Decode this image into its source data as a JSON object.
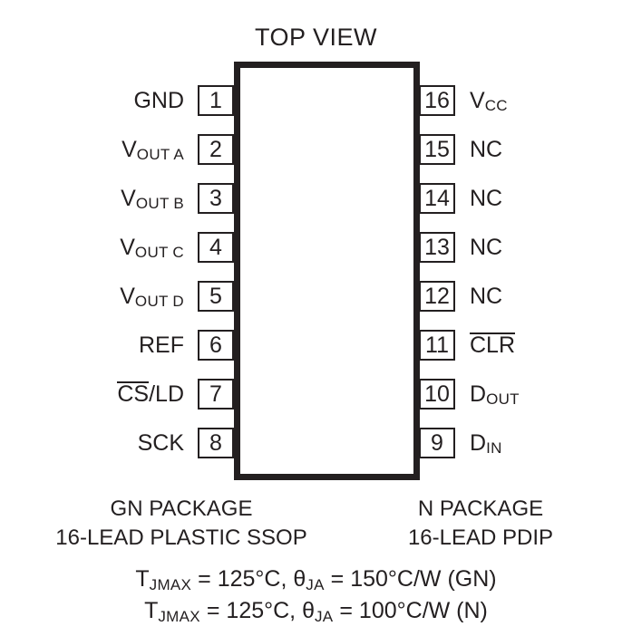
{
  "diagram": {
    "title": "TOP VIEW",
    "part_view": "16-lead dual-inline pinout"
  },
  "pins": {
    "left": [
      {
        "number": "1",
        "label": "GND",
        "base": "GND",
        "sub": "",
        "overline": ""
      },
      {
        "number": "2",
        "label": "VOUT A",
        "base": "V",
        "sub": "OUT A",
        "overline": ""
      },
      {
        "number": "3",
        "label": "VOUT B",
        "base": "V",
        "sub": "OUT B",
        "overline": ""
      },
      {
        "number": "4",
        "label": "VOUT C",
        "base": "V",
        "sub": "OUT C",
        "overline": ""
      },
      {
        "number": "5",
        "label": "VOUT D",
        "base": "V",
        "sub": "OUT D",
        "overline": ""
      },
      {
        "number": "6",
        "label": "REF",
        "base": "REF",
        "sub": "",
        "overline": ""
      },
      {
        "number": "7",
        "label": "CS/LD",
        "base": "/LD",
        "sub": "",
        "overline": "CS"
      },
      {
        "number": "8",
        "label": "SCK",
        "base": "SCK",
        "sub": "",
        "overline": ""
      }
    ],
    "right": [
      {
        "number": "16",
        "label": "VCC",
        "base": "V",
        "sub": "CC",
        "overline": ""
      },
      {
        "number": "15",
        "label": "NC",
        "base": "NC",
        "sub": "",
        "overline": ""
      },
      {
        "number": "14",
        "label": "NC",
        "base": "NC",
        "sub": "",
        "overline": ""
      },
      {
        "number": "13",
        "label": "NC",
        "base": "NC",
        "sub": "",
        "overline": ""
      },
      {
        "number": "12",
        "label": "NC",
        "base": "NC",
        "sub": "",
        "overline": ""
      },
      {
        "number": "11",
        "label": "CLR",
        "base": "",
        "sub": "",
        "overline": "CLR"
      },
      {
        "number": "10",
        "label": "DOUT",
        "base": "D",
        "sub": "OUT",
        "overline": ""
      },
      {
        "number": "9",
        "label": "DIN",
        "base": "D",
        "sub": "IN",
        "overline": ""
      }
    ]
  },
  "captions": {
    "gn_package_line1": "GN PACKAGE",
    "gn_package_line2": "16-LEAD PLASTIC SSOP",
    "n_package_line1": "N PACKAGE",
    "n_package_line2": "16-LEAD PDIP"
  },
  "thermal": {
    "line1": "TJMAX = 125°C, θJA = 150°C/W (GN)",
    "line2": "TJMAX = 125°C, θJA = 100°C/W (N)",
    "line1_parts": {
      "t_base": "T",
      "t_sub": "JMAX",
      "t_val": " = 125°C, ",
      "theta": "θ",
      "theta_sub": "JA",
      "theta_val": " = 150°C/W (GN)"
    },
    "line2_parts": {
      "t_base": "T",
      "t_sub": "JMAX",
      "t_val": " = 125°C, ",
      "theta": "θ",
      "theta_sub": "JA",
      "theta_val": " = 100°C/W (N)"
    }
  },
  "colors": {
    "ink": "#231f20",
    "background": "#ffffff"
  }
}
